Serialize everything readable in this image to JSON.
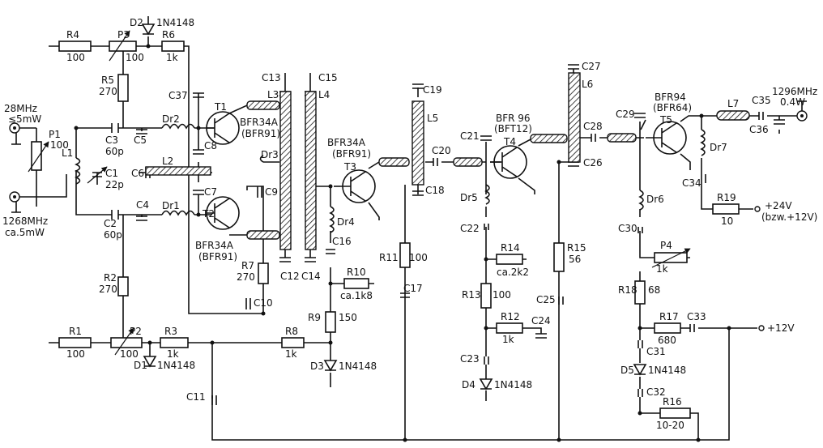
{
  "ports": {
    "in_28": "28MHz",
    "in_28_power": "≤5mW",
    "in_1268": "1268MHz",
    "in_1268_power": "ca.5mW",
    "out_1296": "1296MHz",
    "out_power": "0.4W",
    "supply_24": "+24V",
    "supply_24_alt": "(bzw.+12V)",
    "supply_12": "+12V"
  },
  "transistors": {
    "T1": {
      "ref": "T1",
      "type": "BFR34A",
      "alt": "(BFR91)"
    },
    "T2": {
      "ref": "T2",
      "type": "BFR34A",
      "alt": "(BFR91)"
    },
    "T3": {
      "ref": "T3",
      "type": "BFR34A",
      "alt": "(BFR91)"
    },
    "T4": {
      "ref": "T4",
      "type": "BFR 96",
      "alt": "(BFT12)"
    },
    "T5": {
      "ref": "T5",
      "type": "BFR94",
      "alt": "(BFR64)"
    }
  },
  "resistors": {
    "R1": {
      "ref": "R1",
      "value": "100"
    },
    "R2": {
      "ref": "R2",
      "value": "270"
    },
    "R3": {
      "ref": "R3",
      "value": "1k"
    },
    "R4": {
      "ref": "R4",
      "value": "100"
    },
    "R5": {
      "ref": "R5",
      "value": "270"
    },
    "R6": {
      "ref": "R6",
      "value": "1k"
    },
    "R7": {
      "ref": "R7",
      "value": "270"
    },
    "R8": {
      "ref": "R8",
      "value": "1k"
    },
    "R9": {
      "ref": "R9",
      "value": "150"
    },
    "R10": {
      "ref": "R10",
      "value": "ca.1k8"
    },
    "R11": {
      "ref": "R11",
      "value": "100"
    },
    "R12": {
      "ref": "R12",
      "value": "1k"
    },
    "R13": {
      "ref": "R13",
      "value": "100"
    },
    "R14": {
      "ref": "R14",
      "value": "ca.2k2"
    },
    "R15": {
      "ref": "R15",
      "value": "56"
    },
    "R16": {
      "ref": "R16",
      "value": "10-20"
    },
    "R17": {
      "ref": "R17",
      "value": "680"
    },
    "R18": {
      "ref": "R18",
      "value": "68"
    },
    "R19": {
      "ref": "R19",
      "value": "10"
    }
  },
  "potentiometers": {
    "P1": {
      "ref": "P1",
      "value": "100"
    },
    "P2": {
      "ref": "P2",
      "value": "100"
    },
    "P3": {
      "ref": "P3",
      "value": "100"
    },
    "P4": {
      "ref": "P4",
      "value": "1k"
    }
  },
  "diodes": {
    "D1": {
      "ref": "D1",
      "type": "1N4148"
    },
    "D2": {
      "ref": "D2",
      "type": "1N4148"
    },
    "D3": {
      "ref": "D3",
      "type": "1N4148"
    },
    "D4": {
      "ref": "D4",
      "type": "1N4148"
    },
    "D5": {
      "ref": "D5",
      "type": "1N4148"
    }
  },
  "capacitors": {
    "C1": {
      "ref": "C1",
      "value": "22p"
    },
    "C2": {
      "ref": "C2",
      "value": "60p"
    },
    "C3": {
      "ref": "C3",
      "value": "60p"
    },
    "C4": {
      "ref": "C4"
    },
    "C5": {
      "ref": "C5"
    },
    "C6": {
      "ref": "C6"
    },
    "C7": {
      "ref": "C7"
    },
    "C8": {
      "ref": "C8"
    },
    "C9": {
      "ref": "C9"
    },
    "C10": {
      "ref": "C10"
    },
    "C11": {
      "ref": "C11"
    },
    "C12": {
      "ref": "C12"
    },
    "C13": {
      "ref": "C13"
    },
    "C14": {
      "ref": "C14"
    },
    "C15": {
      "ref": "C15"
    },
    "C16": {
      "ref": "C16"
    },
    "C17": {
      "ref": "C17"
    },
    "C18": {
      "ref": "C18"
    },
    "C19": {
      "ref": "C19"
    },
    "C20": {
      "ref": "C20"
    },
    "C21": {
      "ref": "C21"
    },
    "C22": {
      "ref": "C22"
    },
    "C23": {
      "ref": "C23"
    },
    "C24": {
      "ref": "C24"
    },
    "C25": {
      "ref": "C25"
    },
    "C26": {
      "ref": "C26"
    },
    "C27": {
      "ref": "C27"
    },
    "C28": {
      "ref": "C28"
    },
    "C29": {
      "ref": "C29"
    },
    "C30": {
      "ref": "C30"
    },
    "C31": {
      "ref": "C31"
    },
    "C32": {
      "ref": "C32"
    },
    "C33": {
      "ref": "C33"
    },
    "C34": {
      "ref": "C34"
    },
    "C35": {
      "ref": "C35"
    },
    "C36": {
      "ref": "C36"
    },
    "C37": {
      "ref": "C37"
    }
  },
  "inductors": {
    "L1": "L1",
    "L2": "L2",
    "L3": "L3",
    "L4": "L4",
    "L5": "L5",
    "L6": "L6",
    "L7": "L7",
    "Dr1": "Dr1",
    "Dr2": "Dr2",
    "Dr3": "Dr3",
    "Dr4": "Dr4",
    "Dr5": "Dr5",
    "Dr6": "Dr6",
    "Dr7": "Dr7"
  }
}
